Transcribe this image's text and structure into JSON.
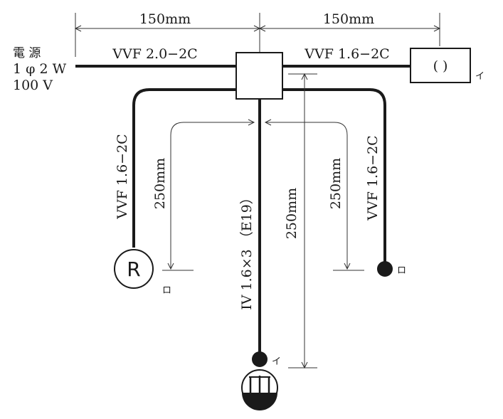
{
  "power_source": {
    "line1": "電 源",
    "line2": "1 φ 2 W",
    "line3": "100 V"
  },
  "dimensions": {
    "top_left": "150mm",
    "top_right": "150mm",
    "left_drop": "250mm",
    "right_drop": "250mm",
    "center_drop": "250mm"
  },
  "cables": {
    "main_feed": "VVF 2.0−2C",
    "to_switchbox": "VVF 1.6−2C",
    "left_branch": "VVF 1.6−2C",
    "right_branch": "VVF 1.6−2C",
    "center_conduit": "IV 1.6×3 （E19）"
  },
  "devices": {
    "receptacle_symbol": "R",
    "switch_box_symbol": "( )",
    "left_marker": "ロ",
    "right_marker": "ロ",
    "switch_box_marker": "イ",
    "bottom_marker": "イ"
  }
}
